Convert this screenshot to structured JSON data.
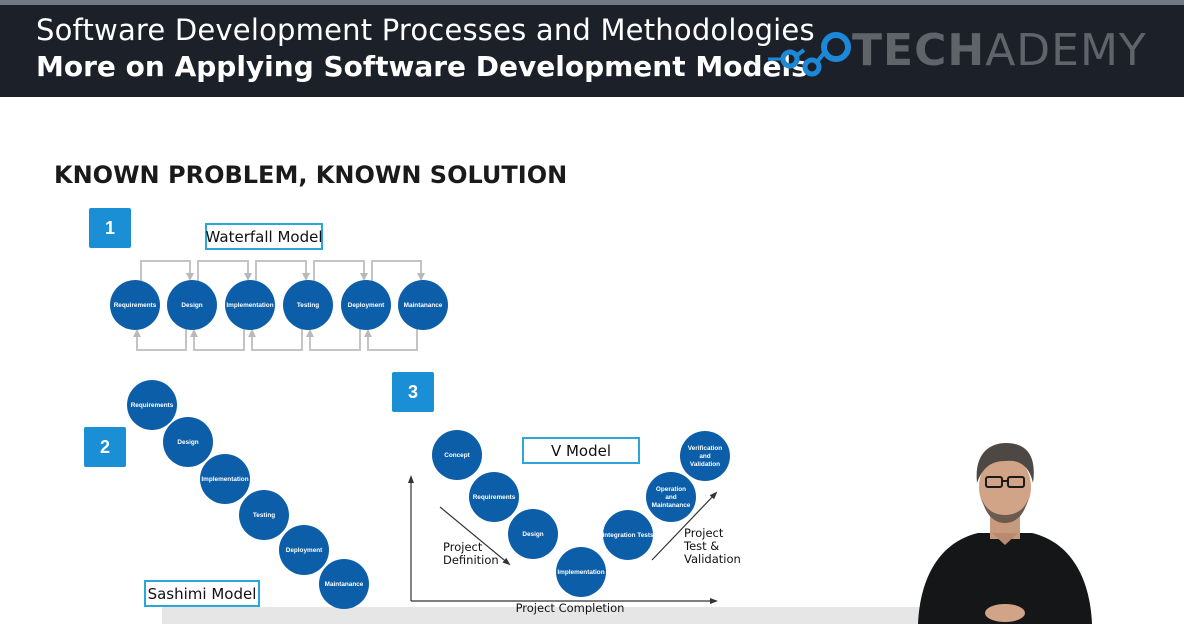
{
  "header": {
    "course_title": "Software Development Processes and Methodologies",
    "lesson_title": "More on Applying Software Development Models",
    "logo": {
      "icon": "chain-links-icon",
      "brand_bold": "TECH",
      "brand_light": "ADEMY"
    }
  },
  "section_title": "KNOWN PROBLEM, KNOWN SOLUTION",
  "colors": {
    "header_bg": "#1b2029",
    "node_fill": "#0d5ea8",
    "badge": "#1a8fd6",
    "label_border": "#2aa7d8",
    "logo_blue": "#1e88d8"
  },
  "waterfall": {
    "badge": "1",
    "label": "Waterfall Model",
    "steps": [
      "Requirements",
      "Design",
      "Implementation",
      "Testing",
      "Deployment",
      "Maintanance"
    ]
  },
  "sashimi": {
    "badge": "2",
    "label": "Sashimi Model",
    "steps": [
      "Requirements",
      "Design",
      "Implementation",
      "Testing",
      "Deployment",
      "Maintanance"
    ]
  },
  "vmodel": {
    "badge": "3",
    "label": "V Model",
    "steps": [
      "Concept",
      "Requirements",
      "Design",
      "Implementation",
      "Integration Tests",
      "Operation and Maintanance",
      "Verification and Validation"
    ],
    "left_annotation": [
      "Project",
      "Definition"
    ],
    "right_annotation": [
      "Project",
      "Test &",
      "Validation"
    ],
    "bottom_annotation": "Project Completion"
  }
}
